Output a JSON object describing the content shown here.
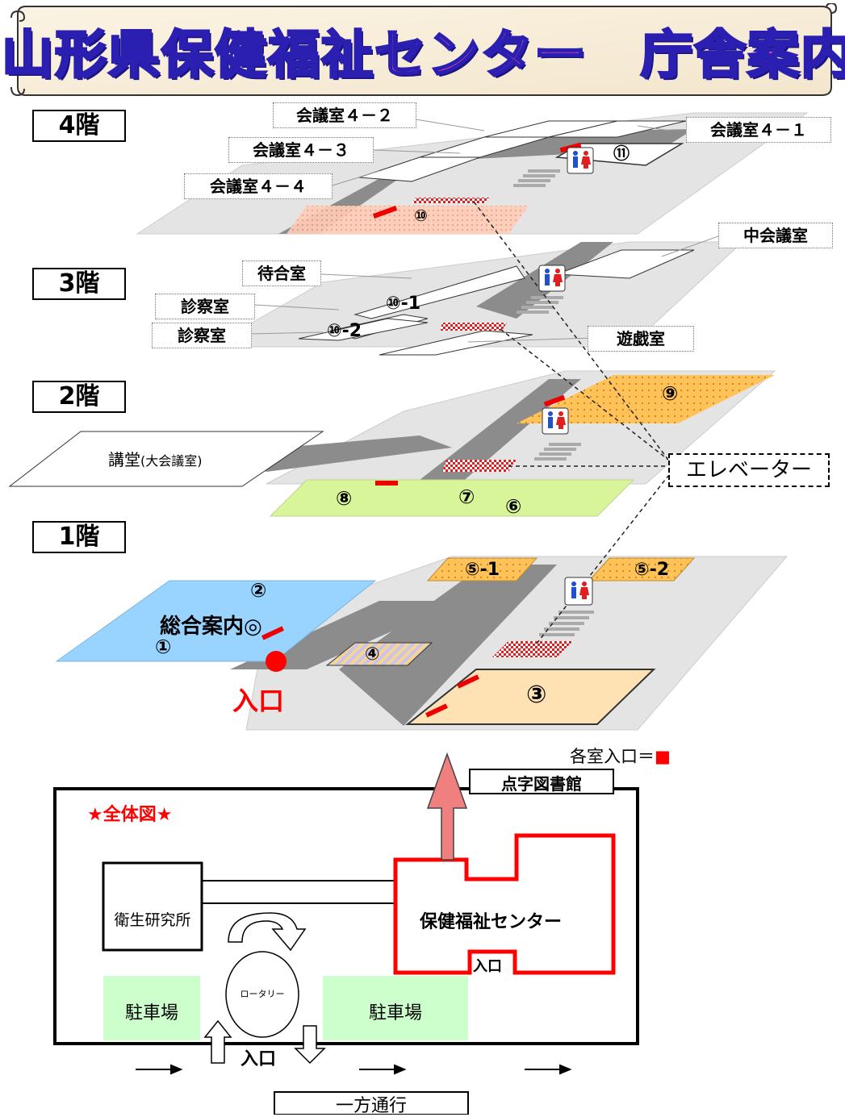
{
  "title": "山形県保健福祉センター　庁舎案内",
  "floors": {
    "f4": "4階",
    "f3": "3階",
    "f2": "2階",
    "f1": "1階"
  },
  "rooms_4f": {
    "kaigi_4_1": "会議室４－１",
    "kaigi_4_2": "会議室４－２",
    "kaigi_4_3": "会議室４－３",
    "kaigi_4_4": "会議室４－４",
    "num_10": "⑩",
    "num_11": "⑪"
  },
  "rooms_3f": {
    "machiai": "待合室",
    "shinsatsu_1": "診察室",
    "shinsatsu_2": "診察室",
    "naka_kaigi": "中会議室",
    "yugi": "遊戯室",
    "num_10_1": "⑩-1",
    "num_10_2": "⑩-2"
  },
  "rooms_2f": {
    "kodo": "講堂",
    "kodo_sub": "(大会議室)",
    "num_6": "⑥",
    "num_7": "⑦",
    "num_8": "⑧",
    "num_9": "⑨"
  },
  "rooms_1f": {
    "sogo_annai": "総合案内◎",
    "num_1": "①",
    "num_2": "②",
    "num_3": "③",
    "num_4": "④",
    "num_5_1": "⑤-1",
    "num_5_2": "⑤-2",
    "entrance": "入口"
  },
  "elevator_label": "エレベーター",
  "legend": {
    "text": "各室入口＝",
    "marker": "■"
  },
  "overview": {
    "title": "★全体図★",
    "tenji": "点字図書館",
    "eisei": "衛生研究所",
    "center": "保健福祉センター",
    "center_entrance": "入口",
    "rotary": "ロータリー",
    "parking_left": "駐車場",
    "parking_right": "駐車場",
    "gate": "入口",
    "oneway": "一方通行"
  },
  "colors": {
    "title_fill": "#ff4fb0",
    "title_stroke": "#2a1fb0",
    "entrance_red": "#ff0000",
    "floor_grey": "#e6e6e6",
    "corridor_grey": "#8c8c8c",
    "info_blue": "#99d3ff",
    "room_orange": "#ffc35a",
    "room_lime": "#d9f59a",
    "room_peach": "#ffe2b3",
    "parking_green": "#ccffcc",
    "arrow_pink": "#f08080"
  }
}
